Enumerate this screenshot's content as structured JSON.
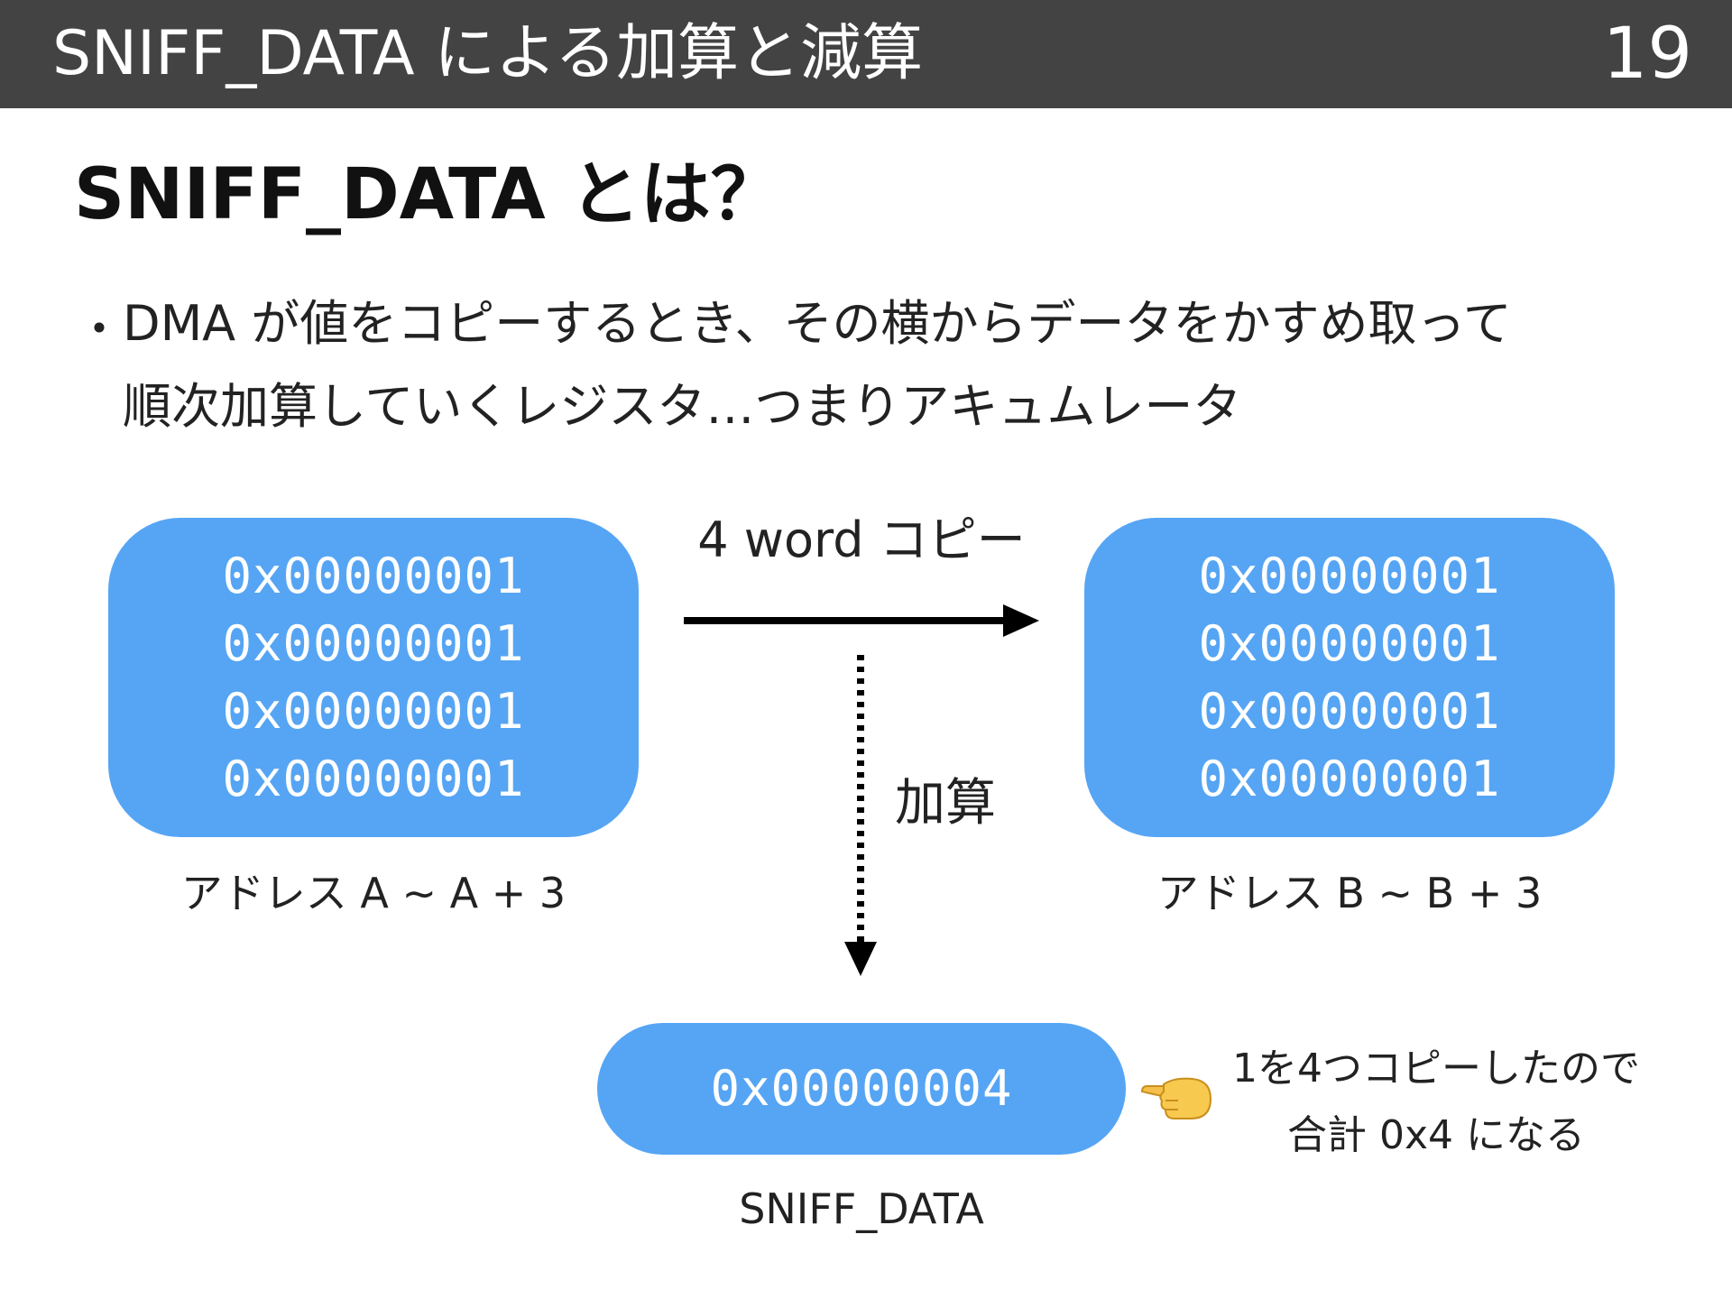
{
  "header": {
    "title": "SNIFF_DATA による加算と減算",
    "page_number": "19"
  },
  "section": {
    "heading": "SNIFF_DATA とは？"
  },
  "body": {
    "bullet_symbol": "・",
    "line1": "DMA が値をコピーするとき、その横からデータをかすめ取って",
    "line2": "順次加算していくレジスタ…つまりアキュムレータ"
  },
  "diagram": {
    "source": {
      "values": [
        "0x00000001",
        "0x00000001",
        "0x00000001",
        "0x00000001"
      ],
      "caption": "アドレス A ~ A + 3"
    },
    "destination": {
      "values": [
        "0x00000001",
        "0x00000001",
        "0x00000001",
        "0x00000001"
      ],
      "caption": "アドレス B ~ B + 3"
    },
    "copy_label": "4 word コピー",
    "add_label": "加算",
    "result": {
      "value": "0x00000004",
      "caption": "SNIFF_DATA"
    },
    "note": {
      "icon": "pointing-hand-icon",
      "line1": "1を4つコピーしたので",
      "line2": "合計 0x4 になる"
    }
  },
  "colors": {
    "header_bg": "#434343",
    "box_fill": "#56a5f4",
    "text": "#111111"
  }
}
